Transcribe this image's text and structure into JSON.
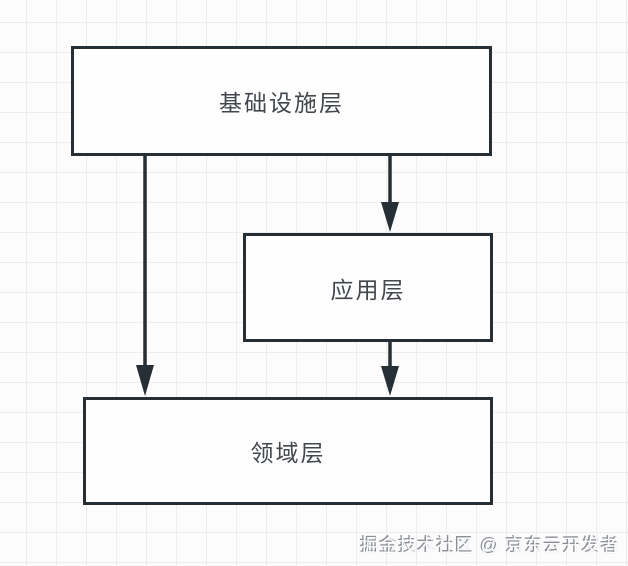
{
  "diagram": {
    "type": "layered-architecture-flowchart",
    "nodes": [
      {
        "id": "infrastructure",
        "label": "基础设施层"
      },
      {
        "id": "application",
        "label": "应用层"
      },
      {
        "id": "domain",
        "label": "领域层"
      }
    ],
    "edges": [
      {
        "from": "infrastructure",
        "to": "domain",
        "arrow": "down"
      },
      {
        "from": "infrastructure",
        "to": "application",
        "arrow": "down"
      },
      {
        "from": "application",
        "to": "domain",
        "arrow": "down"
      }
    ],
    "colors": {
      "stroke": "#262e36",
      "node_fill": "#fefefe",
      "label_text": "#42474d",
      "grid_line": "#ededf0",
      "background": "#fcfcfd"
    }
  },
  "watermark": {
    "text": "掘金技术社区 @ 京东云开发者"
  }
}
